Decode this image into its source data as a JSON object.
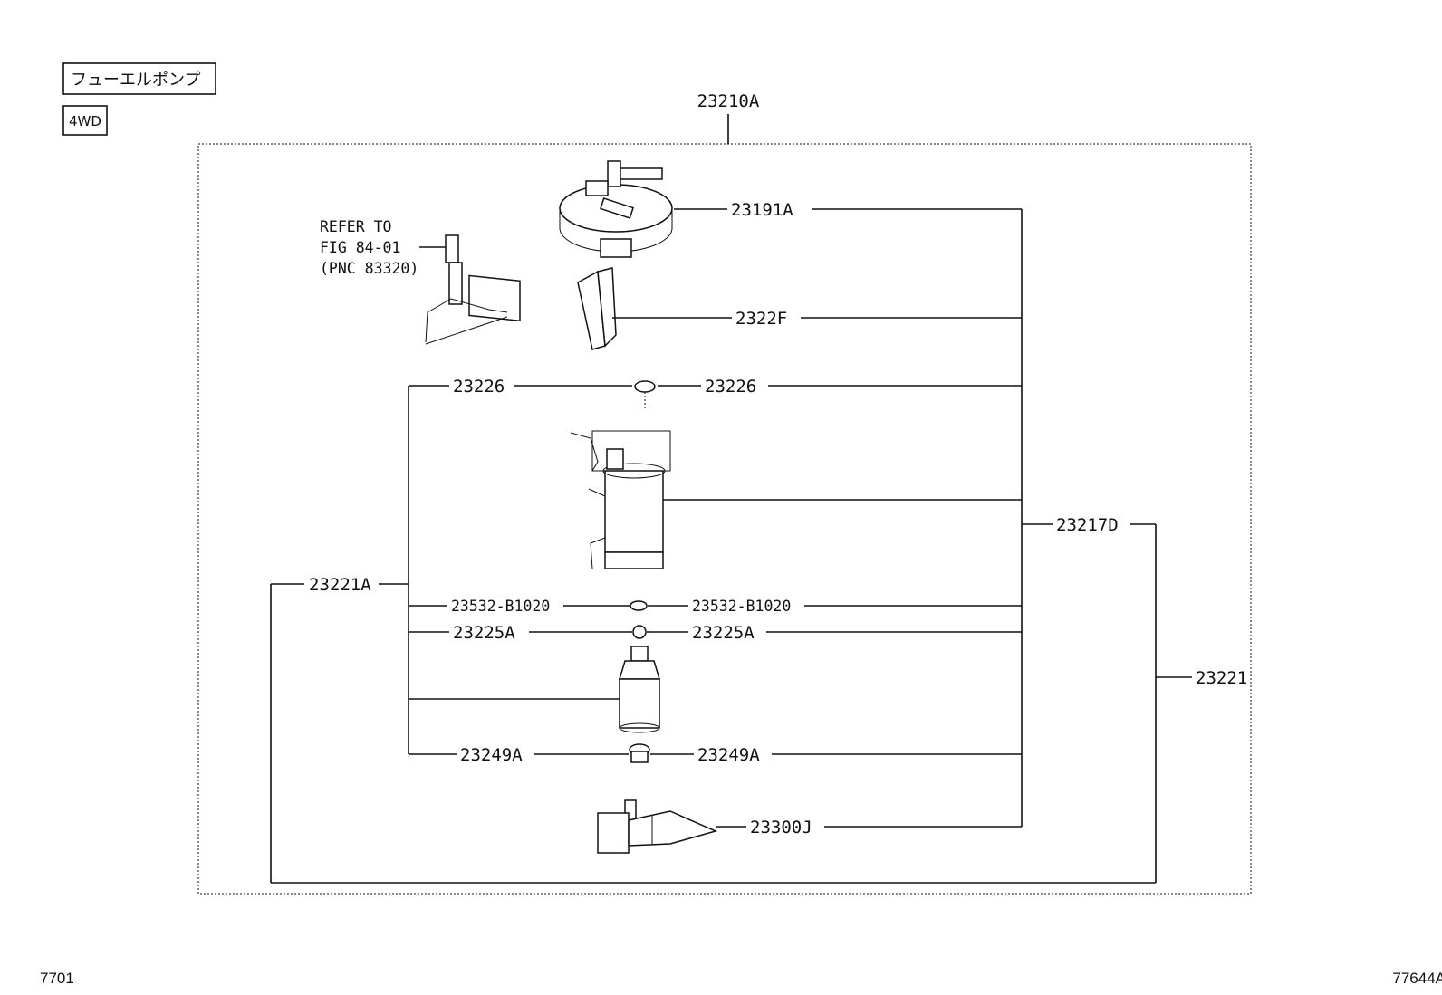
{
  "header": {
    "name_tag": "フューエルポンプ",
    "variant_tag": "4WD"
  },
  "assembly": {
    "label": "23210A"
  },
  "reference": {
    "line1": "REFER TO",
    "line2": "FIG 84-01",
    "line3": "(PNC 83320)"
  },
  "parts": {
    "p23191A": "23191A",
    "p2322F": "2322F",
    "p23226_left": "23226",
    "p23226_right": "23226",
    "p23217D": "23217D",
    "p23221A": "23221A",
    "p23532_left": "23532-B1020",
    "p23532_right": "23532-B1020",
    "p23225A_left": "23225A",
    "p23225A_right": "23225A",
    "p23221": "23221",
    "p23249A_left": "23249A",
    "p23249A_right": "23249A",
    "p23300J": "23300J"
  },
  "footer": {
    "left_code": "7701",
    "right_code": "77644A"
  }
}
